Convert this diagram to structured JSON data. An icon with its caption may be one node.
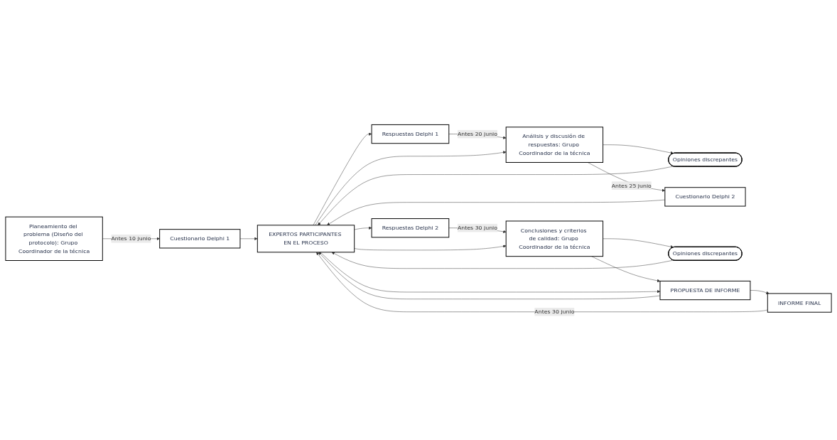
{
  "diagram": {
    "nodes": [
      {
        "text": [
          "Planeamiento del problema (Diseño del protocolo): Grupo Coordinador de la técnica"
        ]
      },
      {
        "text": [
          "Cuestionario Delphi 1"
        ]
      },
      {
        "text": [
          "Análisis y discusión de respuestas: Grupo Coordinador de la técnica"
        ]
      },
      {
        "text": [
          "Respuestas Delphi 1"
        ]
      },
      {
        "text": [
          "Opiniones discrepantes"
        ]
      },
      {
        "text": [
          "Cuestionario Delphi 2"
        ]
      },
      {
        "text": [
          "Conclusiones y criterios de calidad: Grupo Coordinador de la técnica"
        ]
      },
      {
        "text": [
          "Respuestas Delphi 2"
        ]
      },
      {
        "text": [
          "Opiniones discrepantes"
        ]
      },
      {
        "text": [
          "PROPUESTA DE INFORME"
        ]
      },
      {
        "text": [
          "INFORME FINAL"
        ]
      },
      {
        "text": [
          "EXPERTOS PARTICIPANTES EN EL PROCESO"
        ]
      }
    ],
    "edges": [
      {
        "from": 0,
        "to": 1,
        "arrow": "to",
        "label": "Antes 10 junio"
      },
      {
        "from": 1,
        "to": 11,
        "arrow": "to"
      },
      {
        "from": 11,
        "to": 3,
        "arrow": "to"
      },
      {
        "from": 3,
        "to": 2,
        "arrow": "to",
        "label": "Antes 20 junio"
      },
      {
        "from": 2,
        "to": 4,
        "arrow": "to"
      },
      {
        "from": 4,
        "to": 11,
        "arrow": "to"
      },
      {
        "from": 11,
        "to": 2,
        "arrow": "to"
      },
      {
        "from": 2,
        "to": 5,
        "arrow": "to",
        "label": "Antes 25 junio"
      },
      {
        "from": 5,
        "to": 11,
        "arrow": "to"
      },
      {
        "from": 11,
        "to": 7,
        "arrow": "to"
      },
      {
        "from": 7,
        "to": 6,
        "arrow": "to",
        "label": "Antes 30 junio"
      },
      {
        "from": 6,
        "to": 8,
        "arrow": "to"
      },
      {
        "from": 8,
        "to": 11,
        "arrow": "to"
      },
      {
        "from": 11,
        "to": 6,
        "arrow": "to"
      },
      {
        "from": 6,
        "to": 9,
        "arrow": "to"
      },
      {
        "from": 9,
        "to": 11,
        "arrow": "to"
      },
      {
        "from": 11,
        "to": 9,
        "arrow": "to"
      },
      {
        "from": 9,
        "to": 10,
        "arrow": "to"
      },
      {
        "from": 10,
        "to": 11,
        "arrow": "to",
        "label": "Antes 30 junio"
      }
    ]
  }
}
